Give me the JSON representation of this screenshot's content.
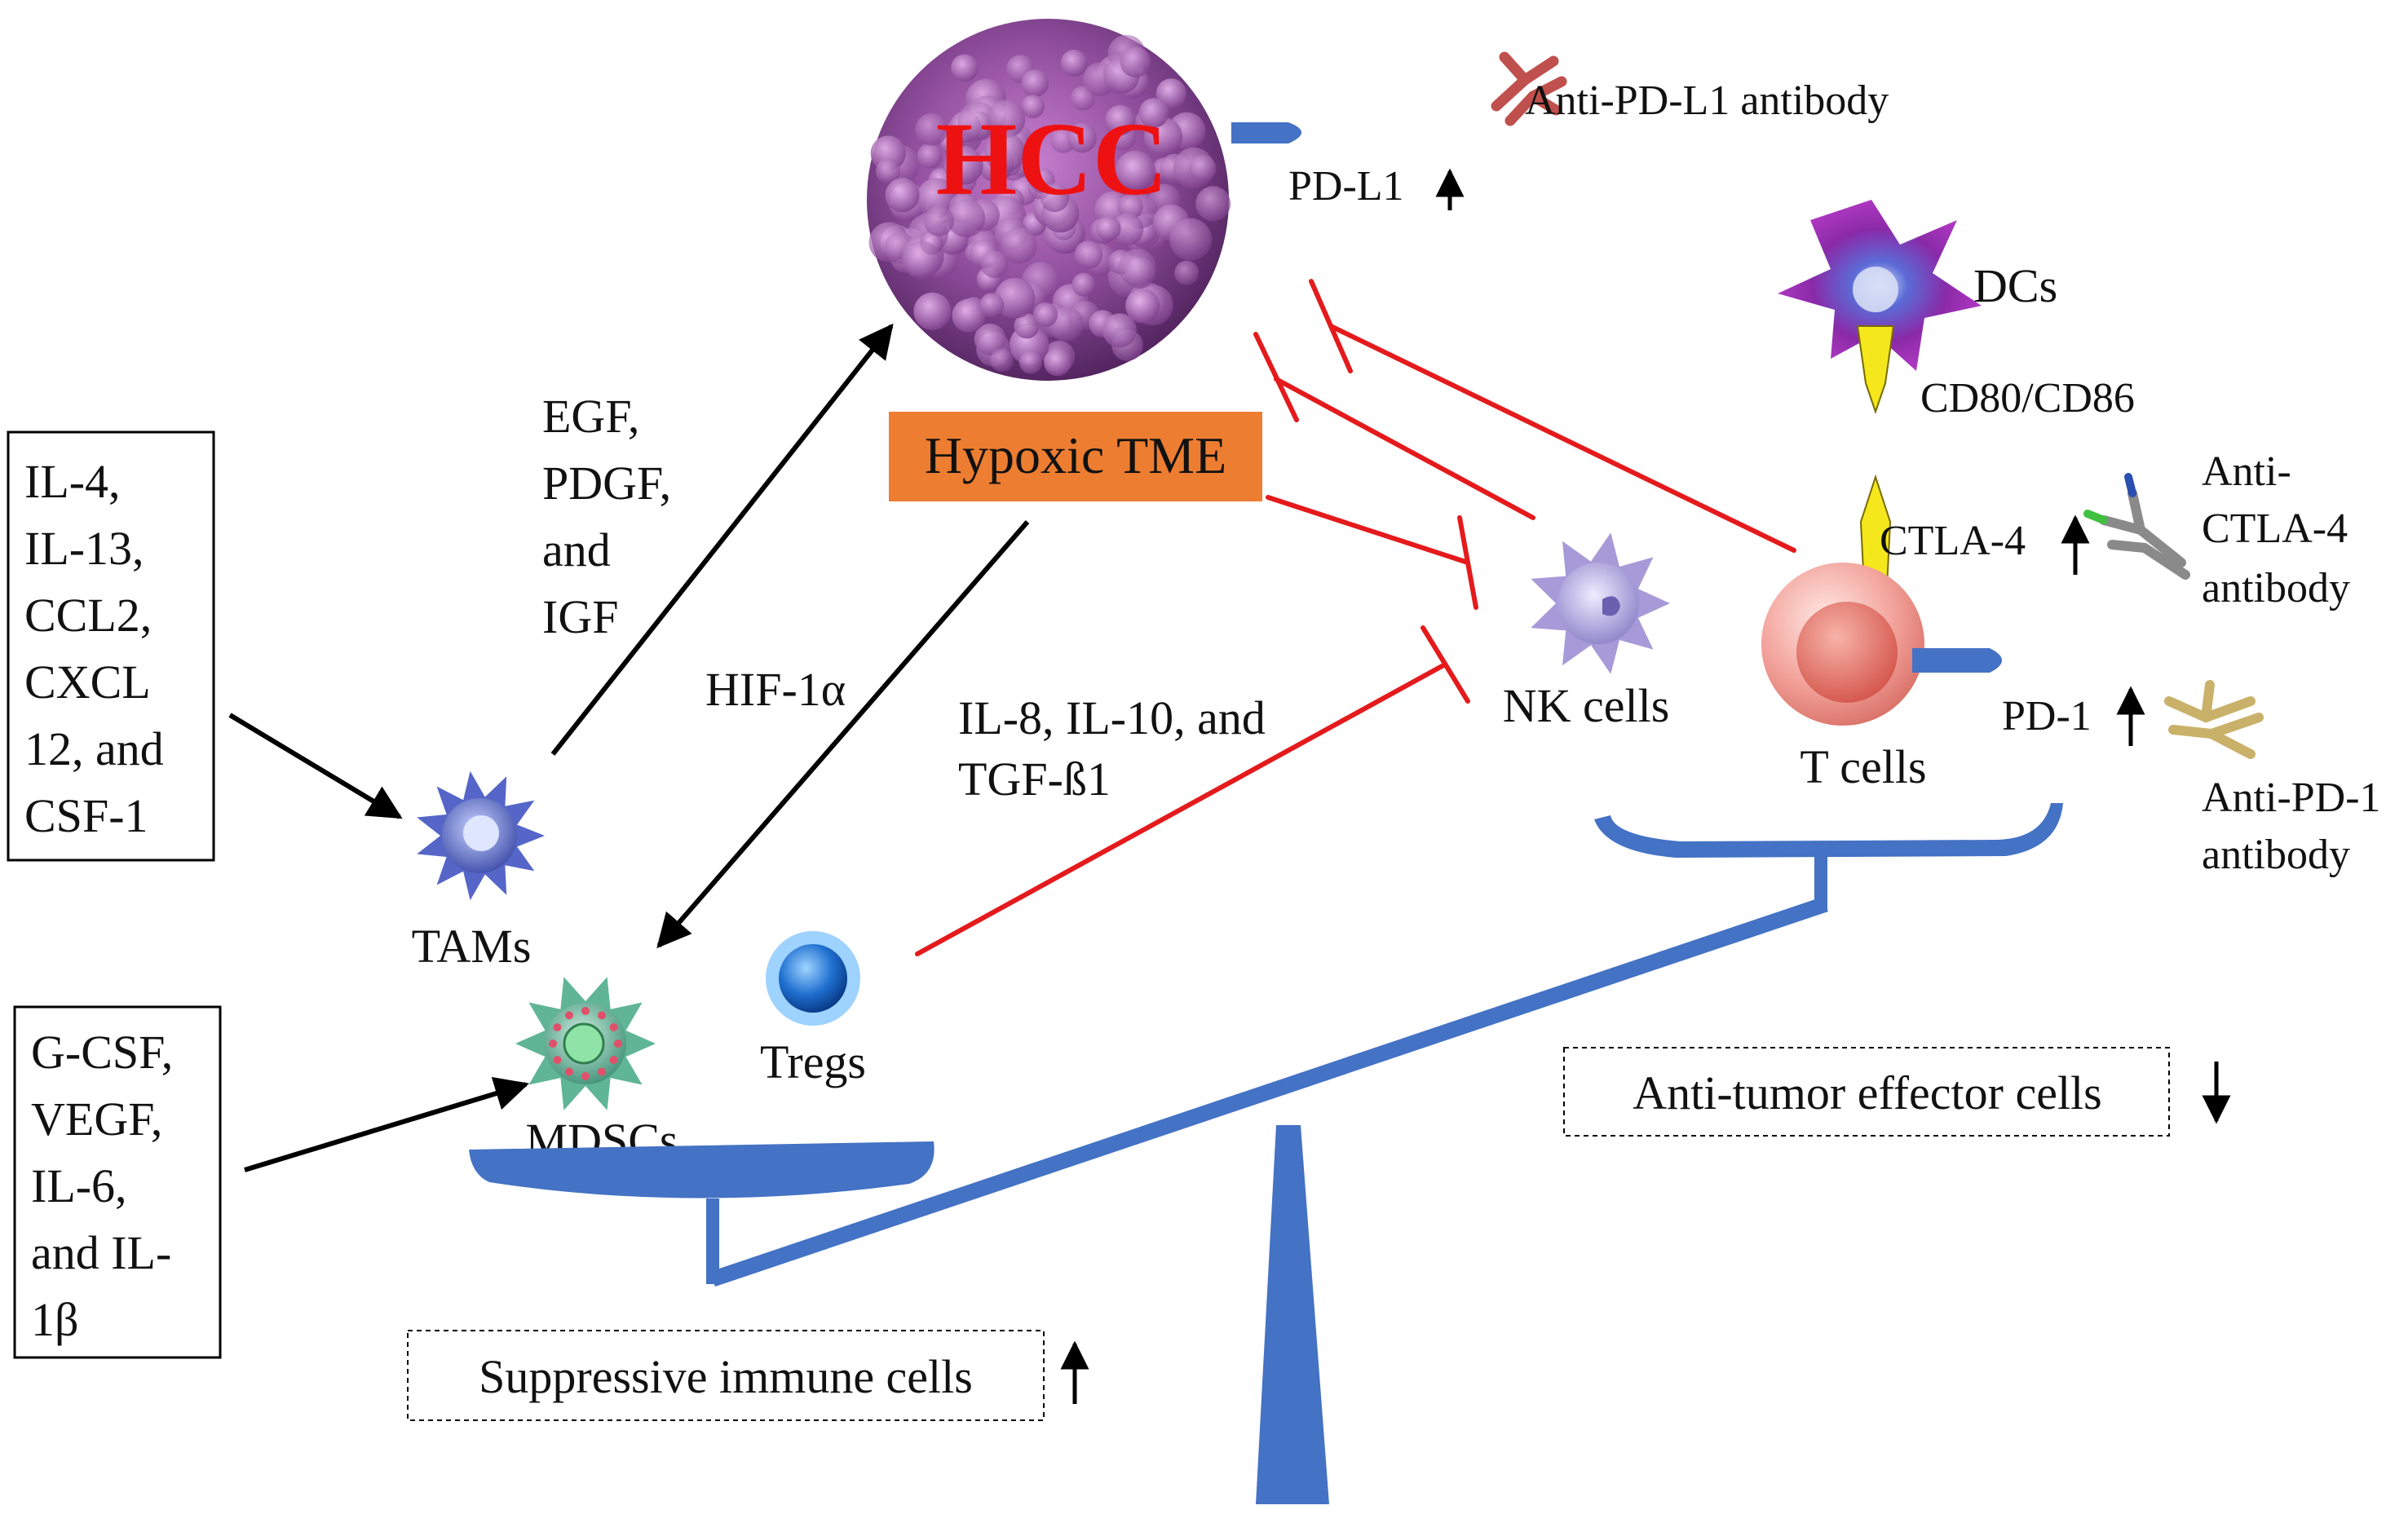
{
  "diagram": {
    "tumor": {
      "label": "HCC",
      "label_color": "#ee1111",
      "body_color": "#7a3a86"
    },
    "hypoxic_tme": {
      "label": "Hypoxic TME",
      "fill": "#ed7d31"
    },
    "pdl1": {
      "label": "PD-L1",
      "arrow": "↑"
    },
    "anti_pdl1": {
      "label": "Anti-PD-L1  antibody"
    },
    "dcs": {
      "label": "DCs",
      "sublabel": "CD80/CD86"
    },
    "ctla4": {
      "label": "CTLA-4",
      "arrow": "↑"
    },
    "anti_ctla4": {
      "lines": [
        "Anti-",
        "CTLA-4",
        "antibody"
      ]
    },
    "t_cells": {
      "label": "T cells"
    },
    "pd1": {
      "label": "PD-1",
      "arrow": "↑"
    },
    "anti_pd1": {
      "lines": [
        "Anti-PD-1",
        "antibody"
      ]
    },
    "nk_cells": {
      "label": "NK  cells"
    },
    "growth_factors": {
      "lines": [
        "EGF,",
        "PDGF,",
        "and",
        "IGF"
      ]
    },
    "hif": {
      "label": "HIF-1α"
    },
    "cytokines": {
      "lines": [
        "IL-8, IL-10, and",
        "TGF-ß1"
      ]
    },
    "tams": {
      "label": "TAMs"
    },
    "mdscs": {
      "label": "MDSCs"
    },
    "tregs": {
      "label": "Tregs"
    },
    "box_left_top": {
      "lines": [
        "IL-4,",
        "IL-13,",
        "CCL2,",
        "CXCL",
        "12, and",
        "CSF-1"
      ]
    },
    "box_left_bottom": {
      "lines": [
        "G-CSF,",
        "VEGF,",
        "IL-6,",
        "and IL-",
        "1β"
      ]
    },
    "suppressive": {
      "label": "Suppressive immune cells",
      "arrow": "↑"
    },
    "antitumor": {
      "label": "Anti-tumor effector cells",
      "arrow": "↓"
    },
    "colors": {
      "inhibit": "#e41a1c",
      "scale": "#4472c4",
      "arrow": "#000000"
    }
  }
}
